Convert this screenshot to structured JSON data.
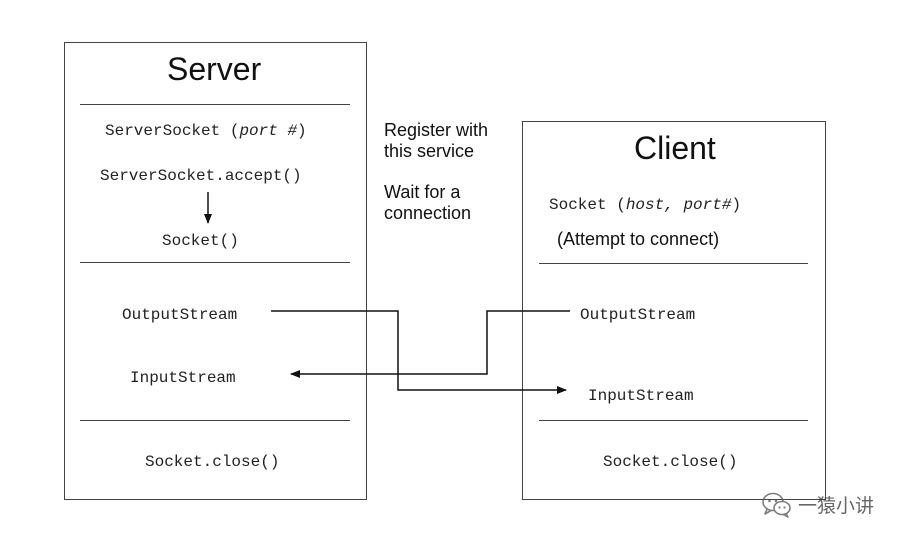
{
  "server": {
    "title": "Server",
    "server_socket_fn": "ServerSocket",
    "server_socket_open": "(",
    "server_socket_arg": "port #",
    "server_socket_close": ")",
    "accept_call": "ServerSocket.accept()",
    "socket_call": "Socket()",
    "output_stream": "OutputStream",
    "input_stream": "InputStream",
    "close_call": "Socket.close()"
  },
  "client": {
    "title": "Client",
    "socket_fn": "Socket",
    "socket_open": "(",
    "socket_arg": "host, port#",
    "socket_close": ")",
    "attempt_note": "(Attempt to connect)",
    "output_stream": "OutputStream",
    "input_stream": "InputStream",
    "close_call": "Socket.close()"
  },
  "annotations": {
    "register_line1": "Register with",
    "register_line2": "this service",
    "wait_line1": "Wait for a",
    "wait_line2": "connection"
  },
  "watermark": {
    "text": "一猿小讲",
    "icon": "wechat-icon"
  }
}
